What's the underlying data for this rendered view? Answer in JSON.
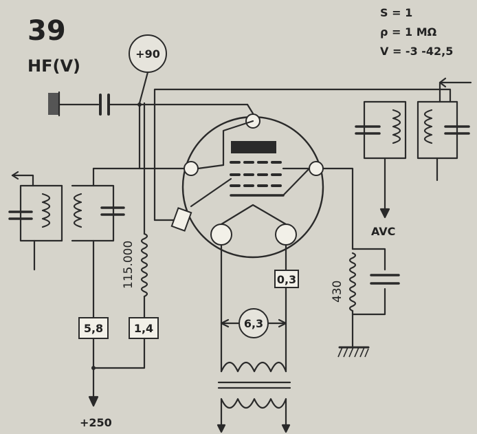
{
  "header": {
    "tube_number": "39",
    "function": "HF(V)"
  },
  "specs": {
    "s": "S = 1",
    "rho": "ρ = 1 MΩ",
    "v": "V = -3 -42,5"
  },
  "voltages": {
    "screen_supply": "+90",
    "plate_supply": "+250",
    "heater": "6,3"
  },
  "resistors": {
    "screen": "115.000",
    "cathode": "430"
  },
  "readings": {
    "plate_current": "5,8",
    "screen_current": "1,4",
    "heater_current": "0,3"
  },
  "labels": {
    "avc": "AVC"
  }
}
